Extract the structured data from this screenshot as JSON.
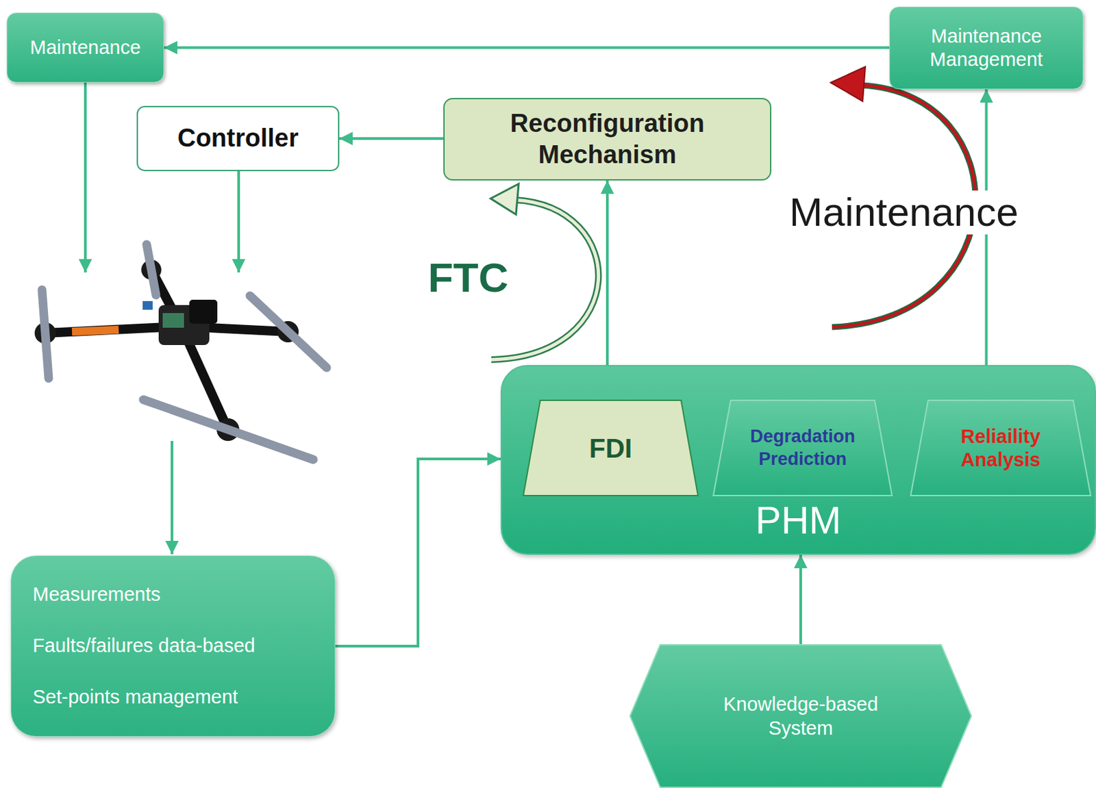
{
  "diagram": {
    "nodes": [
      {
        "text": [
          "Maintenance"
        ]
      },
      {
        "text": [
          "Maintenance Management"
        ]
      },
      {
        "text": [
          "Controller"
        ]
      },
      {
        "text": [
          "Reconfiguration Mechanism"
        ]
      },
      {
        "text": [
          "PHM"
        ]
      },
      {
        "text": [
          "FDI"
        ],
        "in": 4
      },
      {
        "text": [
          "Degradation Prediction"
        ],
        "in": 4
      },
      {
        "text": [
          "Reliaility Analysis"
        ],
        "in": 4
      },
      {
        "text": [
          "Measurements",
          "Faults/failures data-based",
          "Set-points management"
        ]
      },
      {
        "text": [
          "Knowledge-based System"
        ]
      }
    ],
    "edges": [
      {
        "from": 1,
        "to": 0,
        "arrow": "to"
      },
      {
        "from": 3,
        "to": 2,
        "arrow": "to"
      },
      {
        "from": 4,
        "to": 3,
        "arrow": "to"
      },
      {
        "from": 4,
        "to": 1,
        "arrow": "to"
      },
      {
        "from": 8,
        "to": 4,
        "arrow": "to"
      },
      {
        "from": 9,
        "to": 4,
        "arrow": "to"
      }
    ],
    "labels": [
      "FTC",
      "Maintenance"
    ]
  }
}
